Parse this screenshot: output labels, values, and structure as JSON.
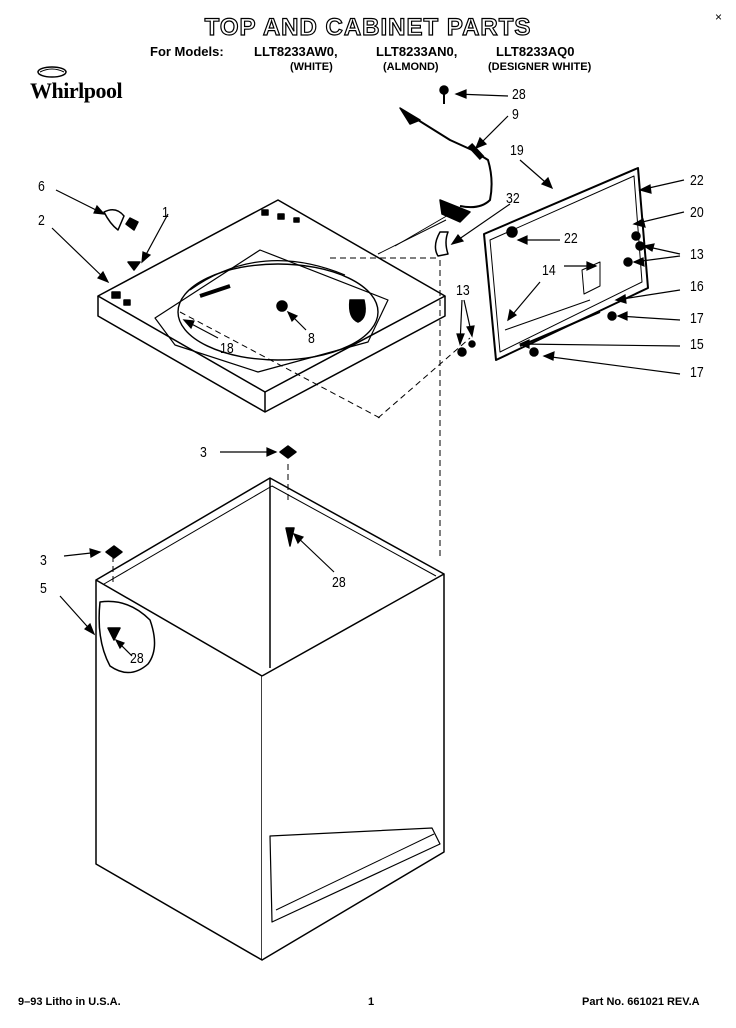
{
  "header": {
    "title": "TOP AND CABINET PARTS",
    "models_prefix": "For Models:",
    "models": [
      "LLT8233AW0,",
      "LLT8233AN0,",
      "LLT8233AQ0"
    ],
    "colors": [
      "(WHITE)",
      "(ALMOND)",
      "(DESIGNER WHITE)"
    ],
    "brand": "Whirlpool",
    "close_glyph": "×"
  },
  "callouts": [
    "28",
    "9",
    "19",
    "22",
    "6",
    "1",
    "2",
    "32",
    "20",
    "22",
    "13",
    "14",
    "16",
    "13",
    "17",
    "8",
    "18",
    "15",
    "17",
    "3",
    "3",
    "28",
    "5",
    "28"
  ],
  "footer": {
    "left": "9–93 Litho in U.S.A.",
    "page": "1",
    "part_no": "Part No. 661021 REV.A"
  }
}
